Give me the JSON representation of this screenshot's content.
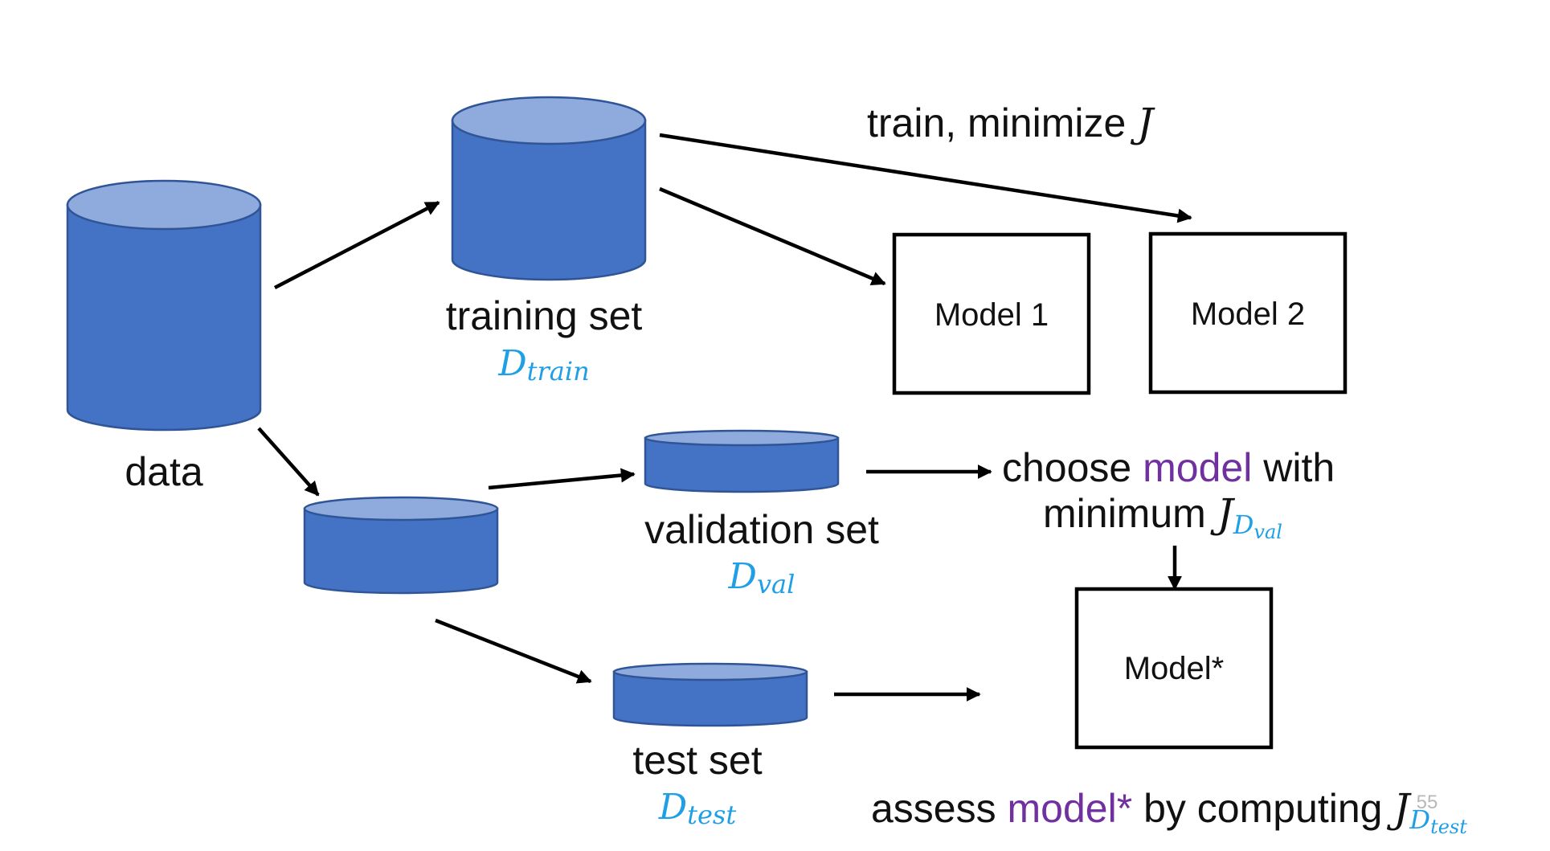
{
  "labels": {
    "data": "data",
    "training_set": "training set",
    "validation_set": "validation set",
    "test_set": "test set",
    "train_minimize": "train, minimize",
    "choose_prefix": "choose",
    "choose_highlight": "model",
    "choose_suffix": "with",
    "minimum": "minimum",
    "assess_prefix": "assess",
    "assess_highlight": "model*",
    "assess_suffix": "by computing"
  },
  "math": {
    "J": "J",
    "D": "D",
    "train": "train",
    "val": "val",
    "test": "test"
  },
  "models": {
    "model1": "Model 1",
    "model2": "Model 2",
    "model_star": "Model*"
  },
  "slide_number": "55",
  "colors": {
    "cylinder_body": "#4472c4",
    "cylinder_top": "#8faadc",
    "math_symbol": "#1e9fe6",
    "highlight": "#7030a0"
  }
}
